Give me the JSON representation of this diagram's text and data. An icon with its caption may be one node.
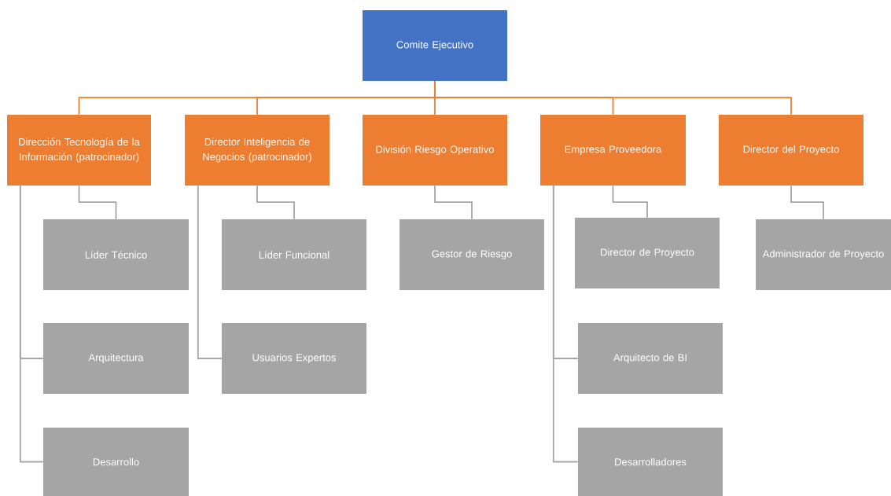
{
  "diagram": {
    "nodes": [
      {
        "text": [
          "Comite Ejecutivo"
        ]
      },
      {
        "text": [
          "Dirección Tecnología de la Información (patrocinador)"
        ]
      },
      {
        "text": [
          "Director Inteligencia de Negocios (patrocinador)"
        ]
      },
      {
        "text": [
          "División Riesgo Operativo"
        ]
      },
      {
        "text": [
          "Empresa Proveedora"
        ]
      },
      {
        "text": [
          "Director del Proyecto"
        ]
      },
      {
        "text": [
          "Líder Técnico"
        ]
      },
      {
        "text": [
          "Arquitectura"
        ]
      },
      {
        "text": [
          "Desarrollo"
        ]
      },
      {
        "text": [
          "Líder Funcional"
        ]
      },
      {
        "text": [
          "Usuarios Expertos"
        ]
      },
      {
        "text": [
          "Gestor de Riesgo"
        ]
      },
      {
        "text": [
          "Director de Proyecto"
        ]
      },
      {
        "text": [
          "Arquitecto de BI"
        ]
      },
      {
        "text": [
          "Desarrolladores"
        ]
      },
      {
        "text": [
          "Administrador de Proyecto"
        ]
      }
    ],
    "edges": [
      {
        "from": 0,
        "to": 1,
        "arrow": "none",
        "color": "#ed7d31"
      },
      {
        "from": 0,
        "to": 2,
        "arrow": "none",
        "color": "#ed7d31"
      },
      {
        "from": 0,
        "to": 3,
        "arrow": "none",
        "color": "#ed7d31"
      },
      {
        "from": 0,
        "to": 4,
        "arrow": "none",
        "color": "#ed7d31"
      },
      {
        "from": 0,
        "to": 5,
        "arrow": "none",
        "color": "#ed7d31"
      },
      {
        "from": 1,
        "to": 6,
        "arrow": "none"
      },
      {
        "from": 1,
        "to": 7,
        "arrow": "none"
      },
      {
        "from": 1,
        "to": 8,
        "arrow": "none"
      },
      {
        "from": 2,
        "to": 9,
        "arrow": "none"
      },
      {
        "from": 2,
        "to": 10,
        "arrow": "none"
      },
      {
        "from": 3,
        "to": 11,
        "arrow": "none"
      },
      {
        "from": 4,
        "to": 12,
        "arrow": "none"
      },
      {
        "from": 4,
        "to": 13,
        "arrow": "none"
      },
      {
        "from": 4,
        "to": 14,
        "arrow": "none"
      },
      {
        "from": 5,
        "to": 15,
        "arrow": "none"
      }
    ]
  }
}
